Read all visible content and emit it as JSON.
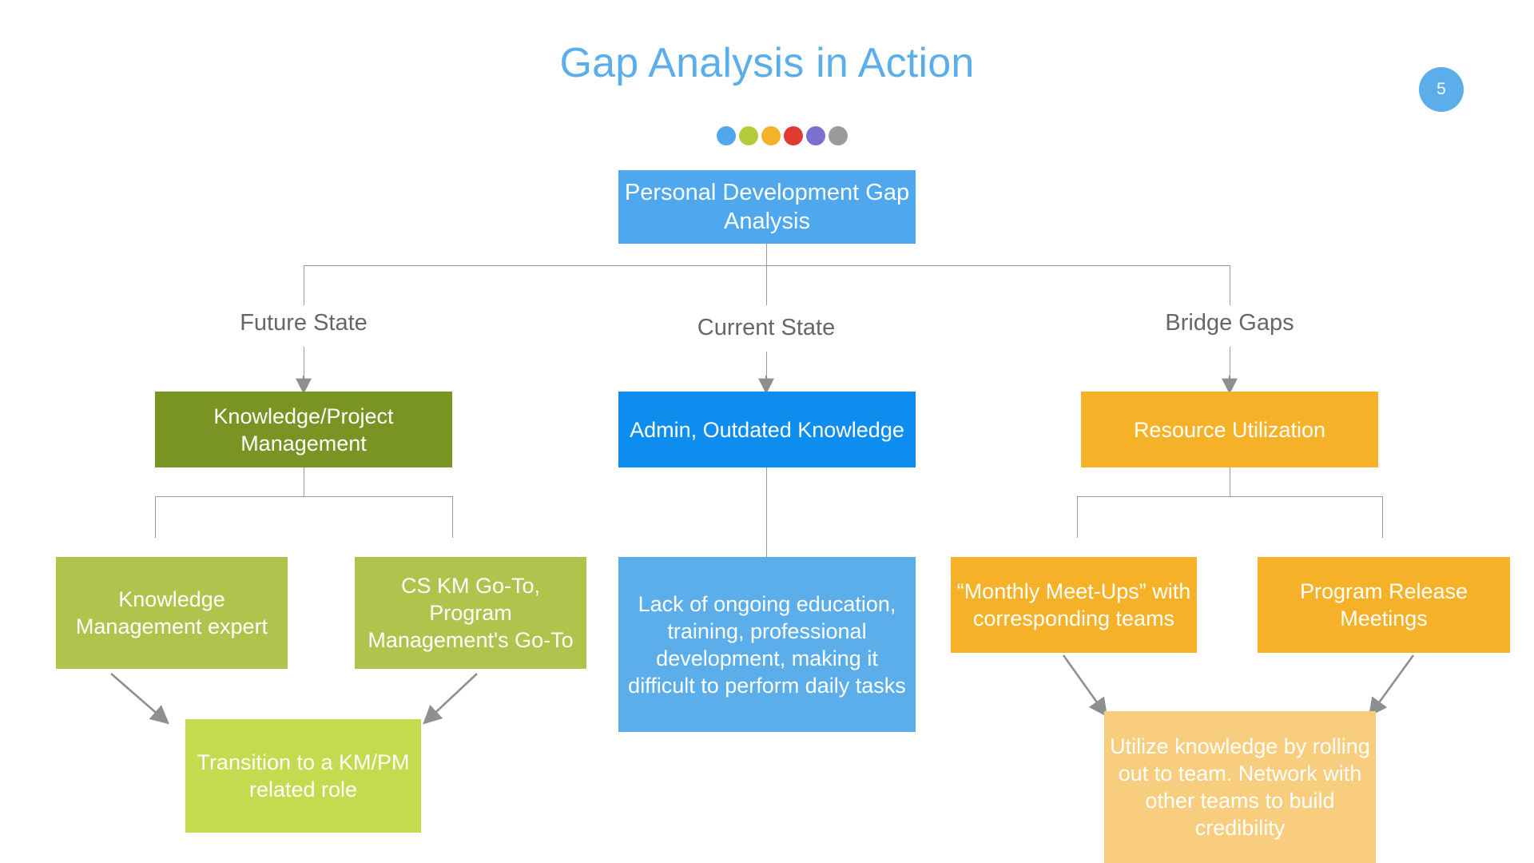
{
  "slide": {
    "title": "Gap Analysis in Action",
    "page_number": "5",
    "title_color": "#5BAEEA",
    "badge_color": "#5BAEEA",
    "caption_color": "#666666",
    "connector_color": "#9a9a9a",
    "background": "#ffffff"
  },
  "decorative_dots": [
    {
      "name": "dot-blue",
      "color": "#4FA8EE"
    },
    {
      "name": "dot-green",
      "color": "#B4CC3C"
    },
    {
      "name": "dot-amber",
      "color": "#F5B229"
    },
    {
      "name": "dot-red",
      "color": "#E03A32"
    },
    {
      "name": "dot-purple",
      "color": "#7B6FD0"
    },
    {
      "name": "dot-gray",
      "color": "#9A9A9A"
    }
  ],
  "chart_data": {
    "type": "diagram",
    "diagram_kind": "org-chart-gap-analysis",
    "root": {
      "label": "Personal Development Gap Analysis",
      "color": "#4FA8EE"
    },
    "branches": [
      {
        "caption": "Future State",
        "node": {
          "label": "Knowledge/Project Management",
          "color": "#7A9423"
        },
        "children": [
          {
            "label": "Knowledge Management expert",
            "color": "#AFC44D"
          },
          {
            "label": "CS KM Go-To, Program Management's Go-To",
            "color": "#AFC44D"
          }
        ],
        "outcome": {
          "label": "Transition to a KM/PM related role",
          "color": "#C3DB4F"
        }
      },
      {
        "caption": "Current State",
        "node": {
          "label": "Admin, Outdated Knowledge",
          "color": "#0D8DEE"
        },
        "children": [
          {
            "label": "Lack of ongoing education, training, professional development, making it difficult to perform daily tasks",
            "color": "#5BAEEA"
          }
        ],
        "outcome": null
      },
      {
        "caption": "Bridge Gaps",
        "node": {
          "label": "Resource Utilization",
          "color": "#F5B229"
        },
        "children": [
          {
            "label": "“Monthly Meet-Ups” with corresponding teams",
            "color": "#F5B229"
          },
          {
            "label": "Program Release Meetings",
            "color": "#F5B229"
          }
        ],
        "outcome": {
          "label": "Utilize knowledge by rolling out to team. Network with other teams to build credibility",
          "color": "#F8CE7E"
        }
      }
    ]
  }
}
